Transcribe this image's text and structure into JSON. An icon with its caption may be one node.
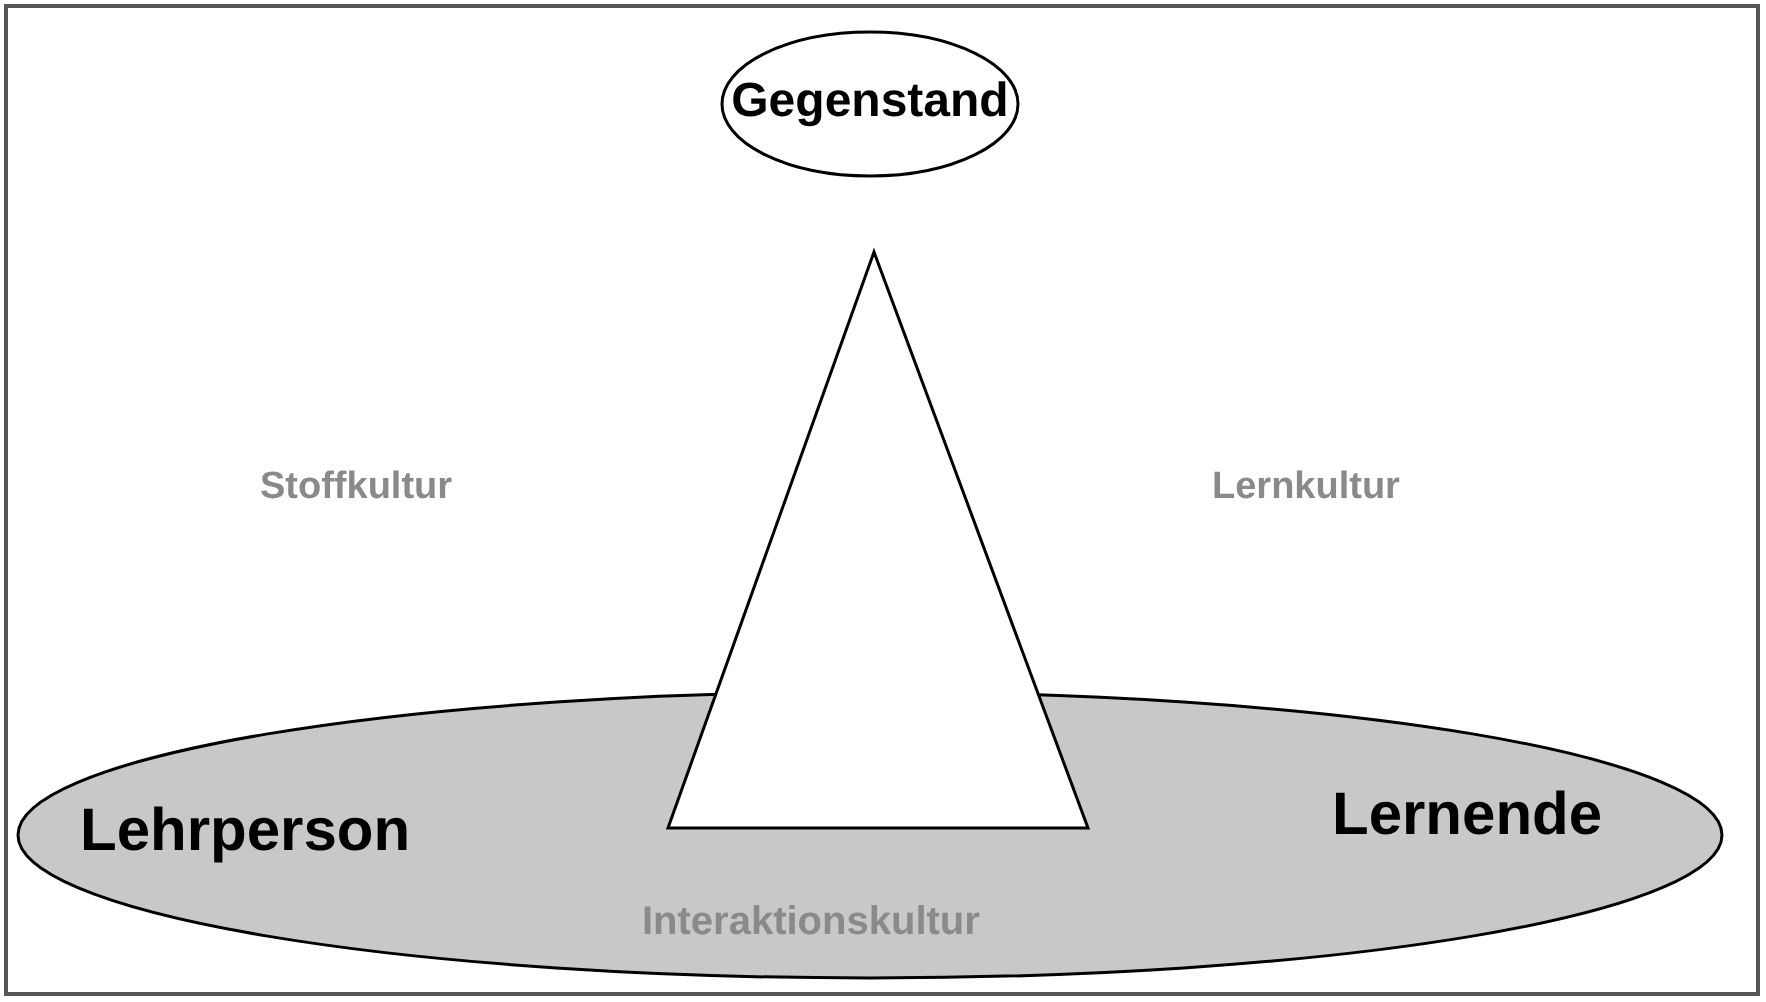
{
  "diagram": {
    "nodes": [
      {
        "text": [
          "Gegenstand"
        ]
      },
      {
        "text": [
          "Lehrperson",
          "Lernende",
          "Interaktionskultur"
        ]
      },
      {
        "text": [],
        "shape": "triangle"
      }
    ],
    "labels": [
      "Stoffkultur",
      "Lernkultur"
    ]
  }
}
